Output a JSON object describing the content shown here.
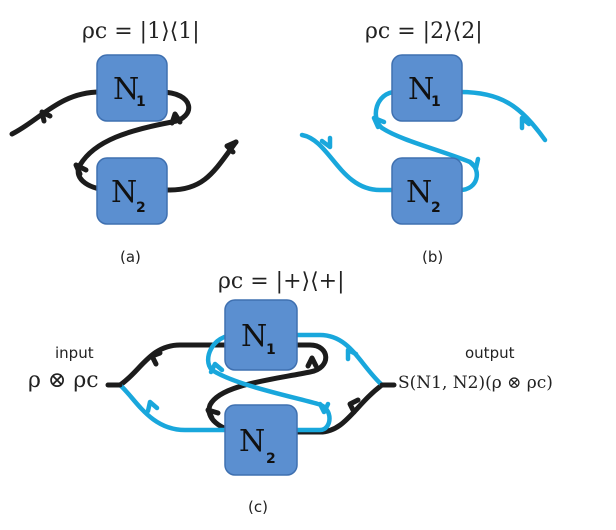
{
  "panel_a": {
    "state": "ρc = |1⟩⟨1|",
    "box1": {
      "letter": "N",
      "index": "1"
    },
    "box2": {
      "letter": "N",
      "index": "2"
    },
    "caption": "(a)"
  },
  "panel_b": {
    "state": "ρc = |2⟩⟨2|",
    "box1": {
      "letter": "N",
      "index": "1"
    },
    "box2": {
      "letter": "N",
      "index": "2"
    },
    "caption": "(b)"
  },
  "panel_c": {
    "state": "ρc = |+⟩⟨+|",
    "box1": {
      "letter": "N",
      "index": "1"
    },
    "box2": {
      "letter": "N",
      "index": "2"
    },
    "input_label": "input",
    "input_expr": "ρ ⊗ ρc",
    "output_label": "output",
    "output_expr": "S(N1, N2)(ρ ⊗ ρc)",
    "caption": "(c)"
  },
  "colors": {
    "box_fill": "#5b8fd0",
    "path_black": "#1c1c1c",
    "path_blue": "#19a7dc"
  }
}
